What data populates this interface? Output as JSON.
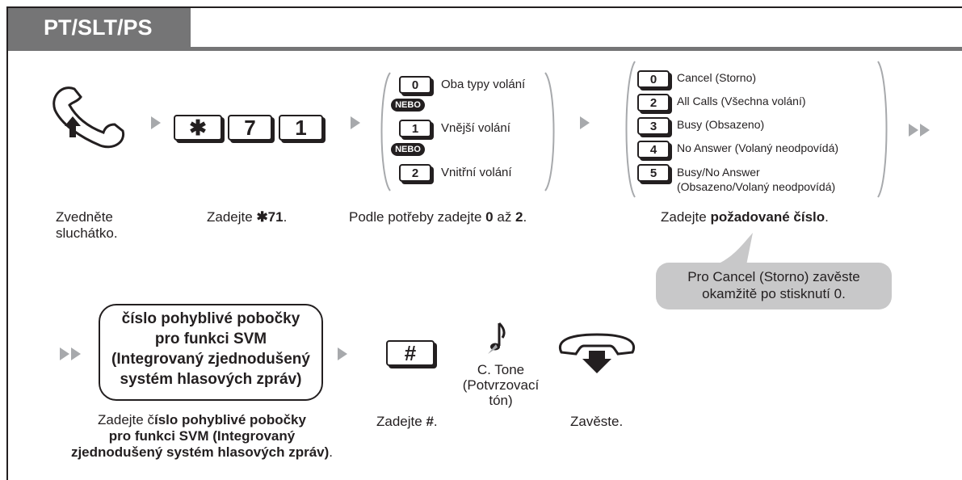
{
  "header": {
    "title": "PT/SLT/PS"
  },
  "step1": {
    "caption_line1": "Zvedněte",
    "caption_line2": "sluchátko."
  },
  "step2": {
    "key1": "✱",
    "key2": "7",
    "key3": "1",
    "caption_prefix": "Zadejte ",
    "caption_code": "✱71",
    "caption_suffix": "."
  },
  "step3": {
    "options": [
      {
        "key": "0",
        "label": "Oba typy volání"
      },
      {
        "key": "1",
        "label": "Vnější volání"
      },
      {
        "key": "2",
        "label": "Vnitřní volání"
      }
    ],
    "or_label": "NEBO",
    "caption_prefix": "Podle potřeby zadejte ",
    "caption_from": "0",
    "caption_mid": " až ",
    "caption_to": "2",
    "caption_suffix": "."
  },
  "step4": {
    "options": [
      {
        "key": "0",
        "label": "Cancel (Storno)"
      },
      {
        "key": "2",
        "label": "All Calls (Všechna volání)"
      },
      {
        "key": "3",
        "label": "Busy (Obsazeno)"
      },
      {
        "key": "4",
        "label": "No Answer (Volaný neodpovídá)"
      },
      {
        "key": "5",
        "label": "Busy/No Answer",
        "label2": "(Obsazeno/Volaný neodpovídá)"
      }
    ],
    "caption_prefix": "Zadejte ",
    "caption_bold": "požadované číslo",
    "caption_suffix": ".",
    "note_line1": "Pro Cancel (Storno) zavěste",
    "note_line2": "okamžitě po stisknutí 0."
  },
  "step5": {
    "box_lines": [
      "číslo pohyblivé pobočky",
      "pro funkci SVM",
      "(Integrovaný zjednodušený",
      "systém hlasových zpráv)"
    ],
    "caption_prefix": "Zadejte č",
    "caption_line1_bold": "íslo pohyblivé pobočky",
    "caption_line2_bold": "pro funkci SVM (Integrovaný",
    "caption_line3_bold": "zjednodušený systém hlasových zpráv)",
    "caption_suffix": "."
  },
  "step6": {
    "key": "#",
    "caption_prefix": "Zadejte ",
    "caption_code": "#",
    "caption_suffix": "."
  },
  "tone": {
    "line1": "C. Tone",
    "line2": "(Potvrzovací",
    "line3": "tón)"
  },
  "step7": {
    "caption": "Zavěste."
  }
}
